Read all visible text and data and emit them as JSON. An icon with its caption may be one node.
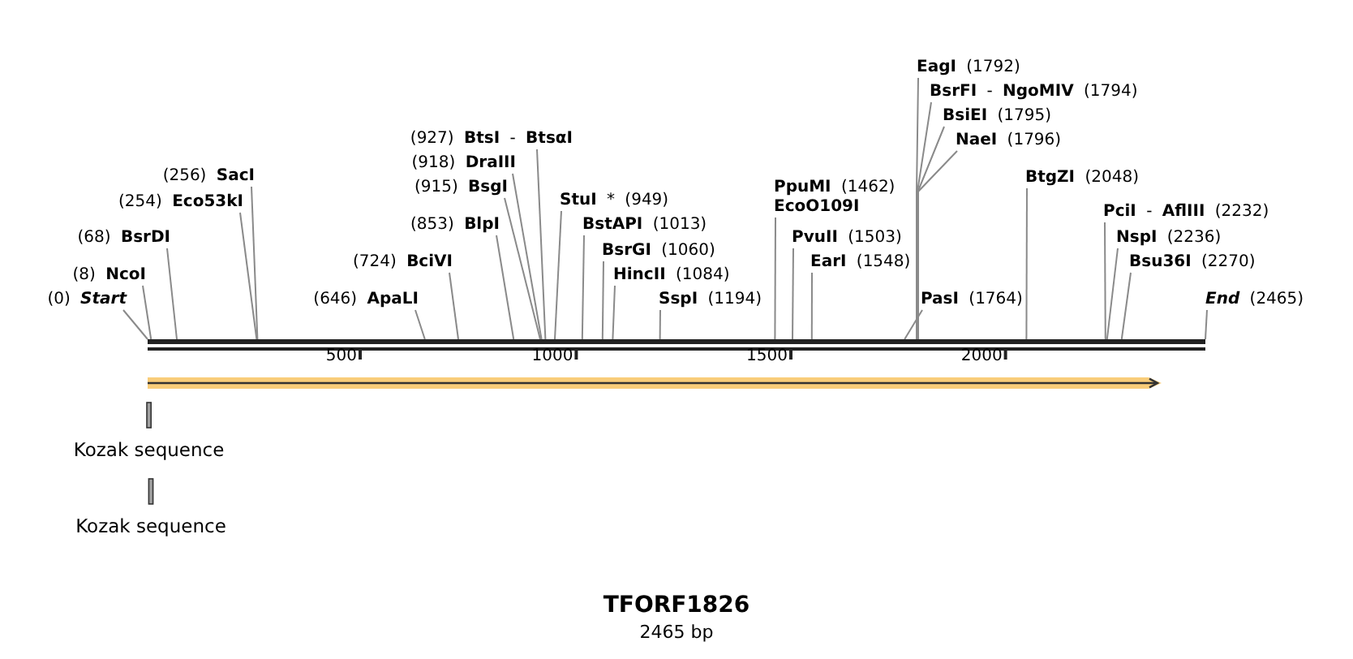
{
  "diagram": {
    "title": "TFORF1826",
    "caption": "2465 bp",
    "nodes": [
      {
        "text": [
          "(0) **Start**"
        ]
      },
      {
        "text": [
          "(8) **NcoI**"
        ]
      },
      {
        "text": [
          "(68) **BsrDI**"
        ]
      },
      {
        "text": [
          "(254) **Eco53kI**"
        ]
      },
      {
        "text": [
          "(256) **SacI**"
        ]
      },
      {
        "text": [
          "(646) **ApaLI**"
        ]
      },
      {
        "text": [
          "(724) **BciVI**"
        ]
      },
      {
        "text": [
          "(853) **BlpI**"
        ]
      },
      {
        "text": [
          "(915) **BsgI**"
        ]
      },
      {
        "text": [
          "(918) **DraIII**"
        ]
      },
      {
        "text": [
          "(927) **BtsI** - **BtsαI**"
        ]
      },
      {
        "text": [
          "**StuI** * (949)"
        ]
      },
      {
        "text": [
          "**BstAPI** (1013)"
        ]
      },
      {
        "text": [
          "**BsrGI** (1060)"
        ]
      },
      {
        "text": [
          "**HincII** (1084)"
        ]
      },
      {
        "text": [
          "**SspI** (1194)"
        ]
      },
      {
        "text": [
          "**PpuMI** (1462)",
          "EcoO109I"
        ]
      },
      {
        "text": [
          "**PvuII** (1503)"
        ]
      },
      {
        "text": [
          "**EarI** (1548)"
        ]
      },
      {
        "text": [
          "**PasI** (1764)"
        ]
      },
      {
        "text": [
          "**EagI** (1792)"
        ]
      },
      {
        "text": [
          "**BsrFI** - **NgoMIV** (1794)"
        ]
      },
      {
        "text": [
          "**BsiEI** (1795)"
        ]
      },
      {
        "text": [
          "**NaeI** (1796)"
        ]
      },
      {
        "text": [
          "**BtgZI** (2048)"
        ]
      },
      {
        "text": [
          "**PciI** - **AflIII** (2232)"
        ]
      },
      {
        "text": [
          "**NspI** (2236)"
        ]
      },
      {
        "text": [
          "**Bsu36I** (2270)"
        ]
      },
      {
        "text": [
          "**End** (2465)"
        ]
      },
      {
        "text": [],
        "shape": "bar"
      }
    ],
    "edges": [
      {
        "from": 0,
        "to": 29,
        "arrow": "none"
      },
      {
        "from": 1,
        "to": 29,
        "arrow": "none"
      },
      {
        "from": 2,
        "to": 29,
        "arrow": "none"
      },
      {
        "from": 3,
        "to": 29,
        "arrow": "none"
      },
      {
        "from": 4,
        "to": 29,
        "arrow": "none"
      },
      {
        "from": 5,
        "to": 29,
        "arrow": "none"
      },
      {
        "from": 6,
        "to": 29,
        "arrow": "none"
      },
      {
        "from": 7,
        "to": 29,
        "arrow": "none"
      },
      {
        "from": 8,
        "to": 29,
        "arrow": "none"
      },
      {
        "from": 9,
        "to": 29,
        "arrow": "none"
      },
      {
        "from": 10,
        "to": 29,
        "arrow": "none"
      },
      {
        "from": 11,
        "to": 29,
        "arrow": "none"
      },
      {
        "from": 12,
        "to": 29,
        "arrow": "none"
      },
      {
        "from": 13,
        "to": 29,
        "arrow": "none"
      },
      {
        "from": 14,
        "to": 29,
        "arrow": "none"
      },
      {
        "from": 15,
        "to": 29,
        "arrow": "none"
      },
      {
        "from": 16,
        "to": 29,
        "arrow": "none"
      },
      {
        "from": 17,
        "to": 29,
        "arrow": "none"
      },
      {
        "from": 18,
        "to": 29,
        "arrow": "none"
      },
      {
        "from": 19,
        "to": 29,
        "arrow": "none"
      },
      {
        "from": 20,
        "to": 29,
        "arrow": "none"
      },
      {
        "from": 21,
        "to": 29,
        "arrow": "none"
      },
      {
        "from": 22,
        "to": 29,
        "arrow": "none"
      },
      {
        "from": 23,
        "to": 29,
        "arrow": "none"
      },
      {
        "from": 24,
        "to": 29,
        "arrow": "none"
      },
      {
        "from": 25,
        "to": 29,
        "arrow": "none"
      },
      {
        "from": 26,
        "to": 29,
        "arrow": "none"
      },
      {
        "from": 27,
        "to": 29,
        "arrow": "none"
      },
      {
        "from": 28,
        "to": 29,
        "arrow": "none"
      }
    ],
    "labels": [
      "500",
      "1000",
      "1500",
      "2000",
      "Kozak sequence",
      "Kozak sequence"
    ]
  }
}
